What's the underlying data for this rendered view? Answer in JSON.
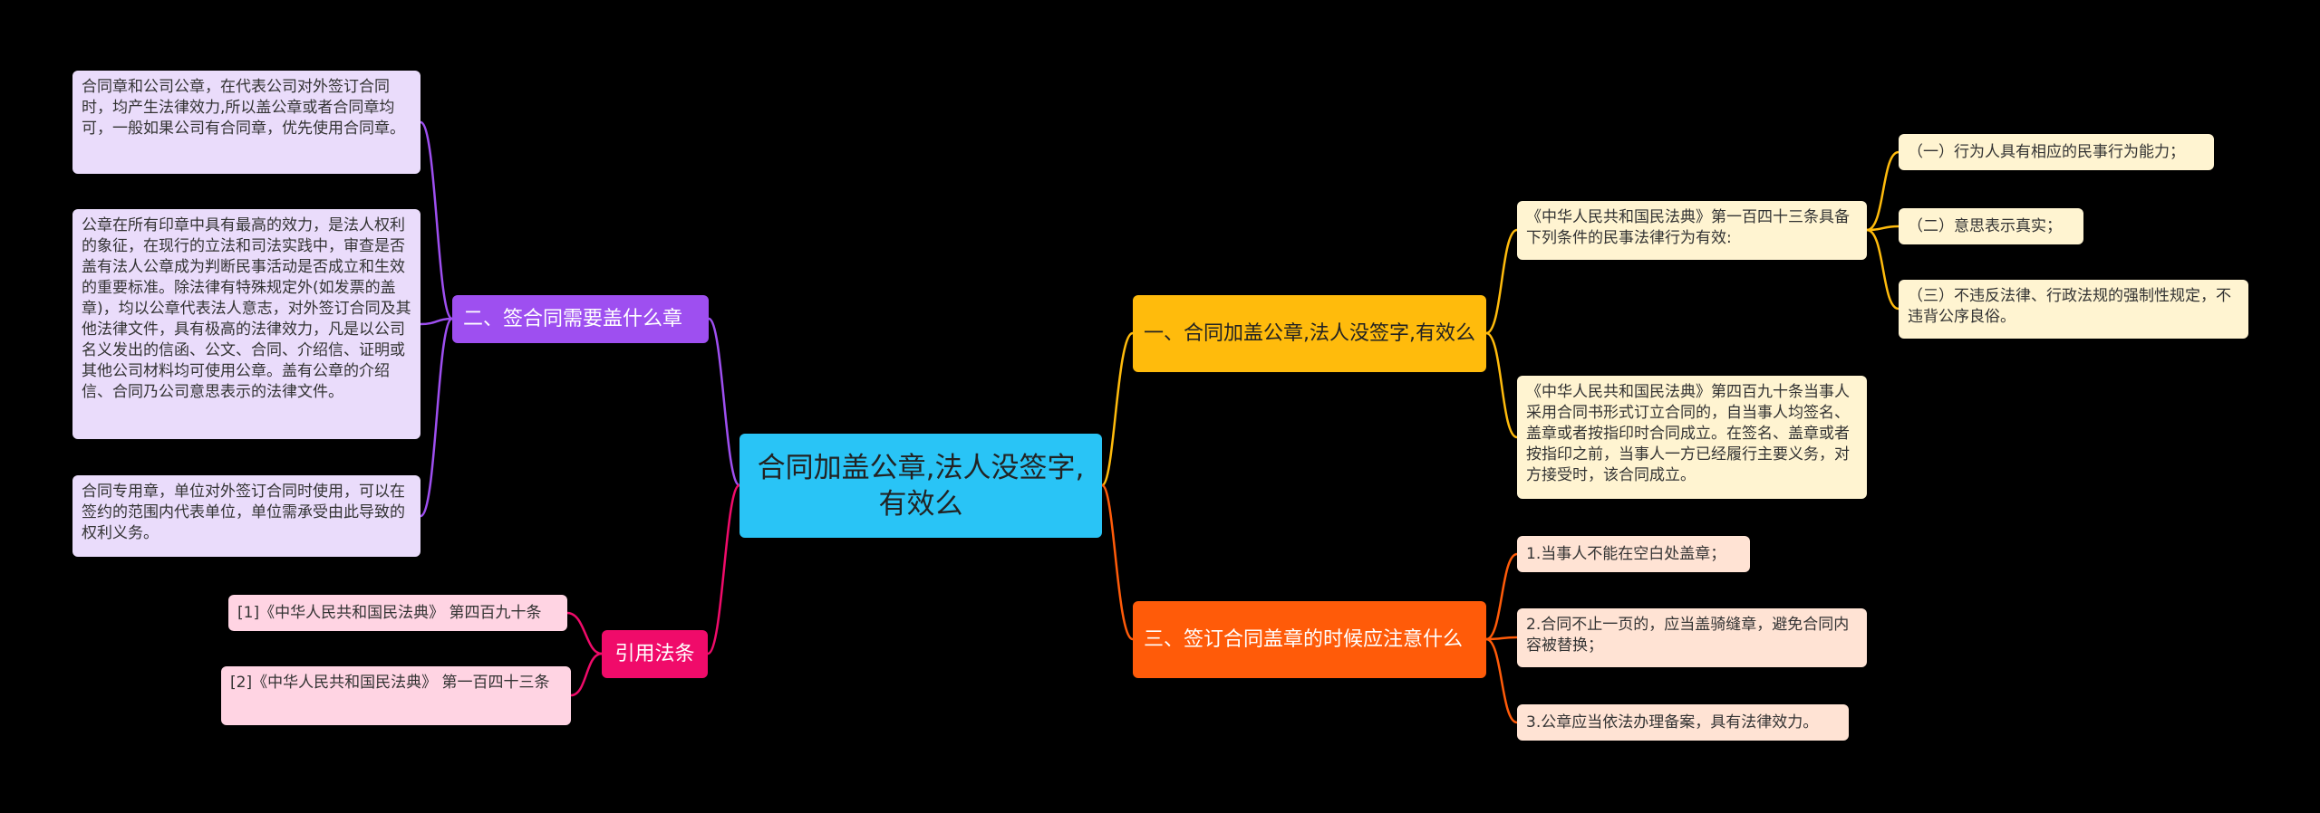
{
  "root": {
    "label": "合同加盖公章,法人没签字,有效么"
  },
  "branches": {
    "validity": {
      "label": "一、合同加盖公章,法人没签字,有效么"
    },
    "notes": {
      "label": "三、签订合同盖章的时候应注意什么"
    },
    "seals": {
      "label": "二、签合同需要盖什么章"
    },
    "citations": {
      "label": "引用法条"
    }
  },
  "validity_items": [
    {
      "text": "《中华人民共和国民法典》第一百四十三条具备下列条件的民事法律行为有效:"
    },
    {
      "text": "《中华人民共和国民法典》第四百九十条当事人采用合同书形式订立合同的，自当事人均签名、盖章或者按指印时合同成立。在签名、盖章或者按指印之前，当事人一方已经履行主要义务，对方接受时，该合同成立。"
    }
  ],
  "conditions": [
    {
      "text": "（一）行为人具有相应的民事行为能力；"
    },
    {
      "text": "（二）意思表示真实；"
    },
    {
      "text": "（三）不违反法律、行政法规的强制性规定，不违背公序良俗。"
    }
  ],
  "notes_items": [
    {
      "text": "1.当事人不能在空白处盖章；"
    },
    {
      "text": "2.合同不止一页的，应当盖骑缝章，避免合同内容被替换；"
    },
    {
      "text": "3.公章应当依法办理备案，具有法律效力。"
    }
  ],
  "seal_items": [
    {
      "text": "合同章和公司公章，在代表公司对外签订合同时，均产生法律效力,所以盖公章或者合同章均可，一般如果公司有合同章，优先使用合同章。"
    },
    {
      "text": "公章在所有印章中具有最高的效力，是法人权利的象征，在现行的立法和司法实践中，审查是否盖有法人公章成为判断民事活动是否成立和生效的重要标准。除法律有特殊规定外(如发票的盖章)，均以公章代表法人意志，对外签订合同及其他法律文件，具有极高的法律效力，凡是以公司名义发出的信函、公文、合同、介绍信、证明或其他公司材料均可使用公章。盖有公章的介绍信、合同乃公司意思表示的法律文件。"
    },
    {
      "text": "合同专用章，单位对外签订合同时使用，可以在签约的范围内代表单位，单位需承受由此导致的权利义务。"
    }
  ],
  "citation_items": [
    {
      "text": "[1]《中华人民共和国民法典》 第四百九十条"
    },
    {
      "text": "[2]《中华人民共和国民法典》 第一百四十三条"
    }
  ],
  "colors": {
    "root": "#29c4f6",
    "validity": "#ffbb0c",
    "notes": "#ff5b09",
    "seals": "#9e4ff0",
    "citations": "#f00b6a"
  }
}
